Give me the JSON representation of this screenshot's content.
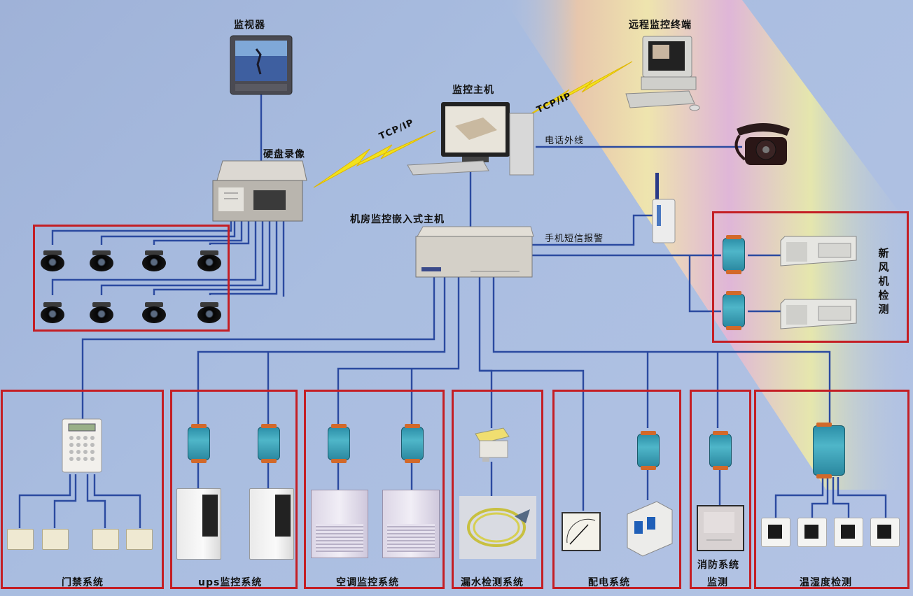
{
  "labels": {
    "monitor": "监视器",
    "dvr": "硬盘录像",
    "remote_terminal": "远程监控终端",
    "host": "监控主机",
    "tcp_left": "TCP/IP",
    "tcp_right": "TCP/IP",
    "phone_line": "电话外线",
    "embedded_host": "机房监控嵌入式主机",
    "sms_alarm": "手机短信报警",
    "fresh_air": [
      "新",
      "风",
      "机",
      "检",
      "测"
    ]
  },
  "subsystems": {
    "access": "门禁系统",
    "ups": "ups监控系统",
    "ac": "空调监控系统",
    "water": "漏水检测系统",
    "power": "配电系统",
    "fire_line1": "消防系统",
    "fire_line2": "监测",
    "temp": "温湿度检测"
  },
  "colors": {
    "wire": "#2b4aa0",
    "box_border": "#c41e24",
    "lightning": "#f2e21c",
    "background": "#a9bde0"
  }
}
